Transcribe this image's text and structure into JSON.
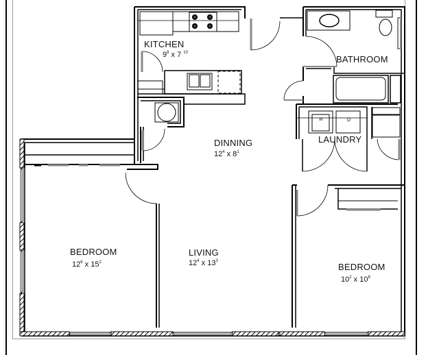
{
  "floorplan": {
    "rooms": [
      {
        "id": "kitchen",
        "name": "KITCHEN",
        "width_ft": "9",
        "width_in": "8",
        "length_ft": "7",
        "length_in": "10"
      },
      {
        "id": "bathroom",
        "name": "BATHROOM"
      },
      {
        "id": "dinning",
        "name": "DINNING",
        "width_ft": "12",
        "width_in": "4",
        "length_ft": "8",
        "length_in": "1"
      },
      {
        "id": "laundry",
        "name": "LAUNDRY"
      },
      {
        "id": "bedroom-1",
        "name": "BEDROOM",
        "width_ft": "12",
        "width_in": "6",
        "length_ft": "15",
        "length_in": "2"
      },
      {
        "id": "living",
        "name": "LIVING",
        "width_ft": "12",
        "width_in": "4",
        "length_ft": "13",
        "length_in": "3"
      },
      {
        "id": "bedroom-2",
        "name": "BEDROOM",
        "width_ft": "10",
        "width_in": "2",
        "length_ft": "10",
        "length_in": "8"
      }
    ],
    "appliance_labels": {
      "washer": "W",
      "dryer": "D"
    },
    "separator": "x",
    "colors": {
      "wall": "#000000",
      "window": "#8a8a8a",
      "frame": "#999999",
      "background": "#ffffff"
    }
  }
}
